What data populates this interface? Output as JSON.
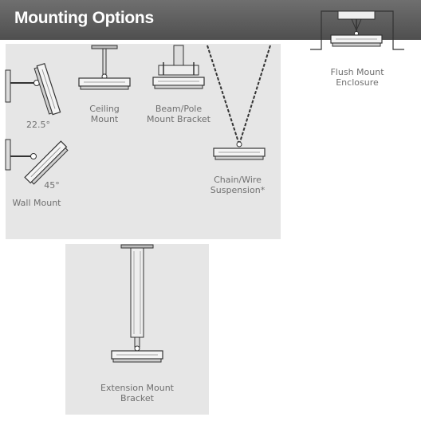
{
  "header": {
    "title": "Mounting Options"
  },
  "labels": {
    "angle_22": "22.5°",
    "angle_45": "45°",
    "wall_mount": "Wall Mount",
    "ceiling_mount_line1": "Ceiling",
    "ceiling_mount_line2": "Mount",
    "beam_line1": "Beam/Pole",
    "beam_line2": "Mount Bracket",
    "chain_line1": "Chain/Wire",
    "chain_line2": "Suspension*",
    "flush_line1": "Flush Mount",
    "flush_line2": "Enclosure",
    "extension_line1": "Extension Mount",
    "extension_line2": "Bracket"
  },
  "colors": {
    "header_bg": "#5c5c5c",
    "panel_bg": "#e6e6e6",
    "label_text": "#6f6f6f",
    "line_art": "#333333"
  }
}
